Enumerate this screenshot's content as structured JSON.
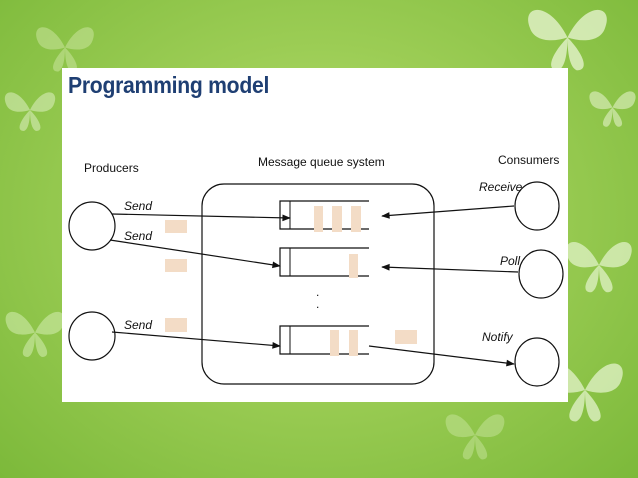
{
  "slide": {
    "title": "Programming model"
  },
  "diagram": {
    "section_labels": {
      "producers": "Producers",
      "queue_system": "Message queue system",
      "consumers": "Consumers"
    },
    "edge_labels": {
      "send_1": "Send",
      "send_2": "Send",
      "send_3": "Send",
      "receive": "Receive",
      "poll": "Poll",
      "notify": "Notify"
    },
    "ellipsis": ".\n.",
    "colors": {
      "message": "#f3dcc6",
      "line": "#111111",
      "title": "#1f3f73",
      "background": "#9ccd55"
    }
  }
}
